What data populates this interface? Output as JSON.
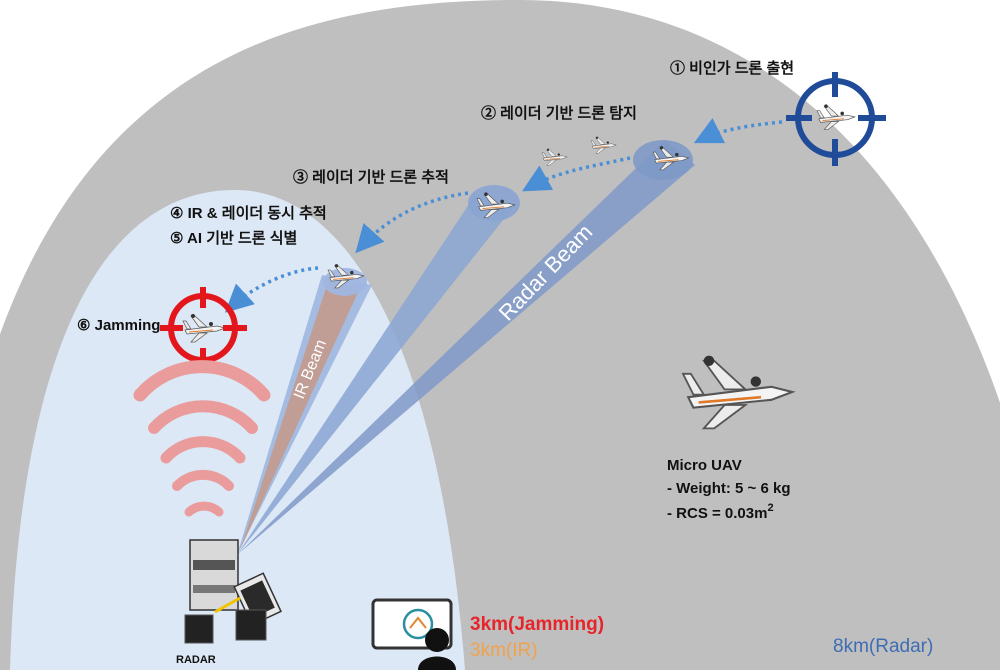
{
  "steps": {
    "s1": "① 비인가 드론 출현",
    "s2": "② 레이더 기반 드론 탐지",
    "s3": "③ 레이더 기반 드론 추적",
    "s4": "④ IR & 레이더 동시 추적",
    "s5": "⑤ AI 기반 드론 식별",
    "s6": "⑥ Jamming"
  },
  "beams": {
    "radar": "Radar Beam",
    "ir": "IR Beam"
  },
  "uav_specs": {
    "title": "Micro UAV",
    "weight": "- Weight: 5 ~ 6 kg",
    "rcs_prefix": "- RCS = 0.03m",
    "rcs_sup": "2"
  },
  "ranges": {
    "jamming": "3km(Jamming)",
    "ir": "3km(IR)",
    "radar": "8km(Radar)"
  },
  "radar_caption": "RADAR",
  "colors": {
    "outer_zone": "#bfbfbf",
    "inner_zone": "#dce8f5",
    "radar_beam": "#7f99c8",
    "ir_beam": "#c49a8d",
    "arrow": "#4a8fd6",
    "crosshair_blue": "#1f4b99",
    "crosshair_red": "#e3171b",
    "jam_waves": "#ea9c9c",
    "jamming_text": "#e6252b",
    "ir_text": "#f2a24a",
    "radar_text": "#3e6db5"
  },
  "icons": [
    "crosshair-icon",
    "drone-icon",
    "radar-icon",
    "operator-icon",
    "jamming-wave-icon"
  ]
}
